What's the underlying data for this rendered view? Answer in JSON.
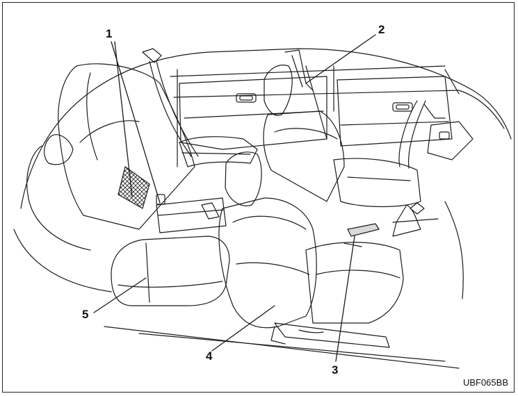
{
  "callouts": {
    "c1": "1",
    "c2": "2",
    "c3": "3",
    "c4": "4",
    "c5": "5"
  },
  "figure_code": "UBF065BB",
  "colors": {
    "line": "#1a1a1a",
    "shade": "#d9d9d9"
  }
}
